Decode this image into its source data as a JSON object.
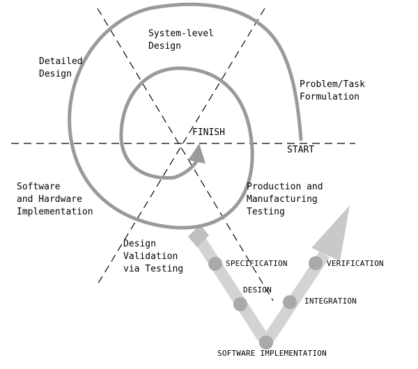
{
  "spiral": {
    "start_label": "START",
    "finish_label": "FINISH",
    "phases": {
      "system_level": "System-level\nDesign",
      "problem_task": "Problem/Task\nFormulation",
      "detailed": "Detailed\nDesign",
      "sw_hw_impl": "Software\nand Hardware\nImplementation",
      "production": "Production and\nManufacturing\nTesting",
      "validation": "Design\nValidation\nvia Testing"
    }
  },
  "v_model": {
    "left_steps": [
      "SPECIFICATION",
      "DESIGN"
    ],
    "bottom_step": "SOFTWARE IMPLEMENTATION",
    "right_steps": [
      "INTEGRATION",
      "VERIFICATION"
    ]
  },
  "colors": {
    "spiral": "#9a9a9a",
    "v_band": "#d3d3d3",
    "node": "#a9a9a9",
    "arrowhead": "#c9c9c9"
  }
}
